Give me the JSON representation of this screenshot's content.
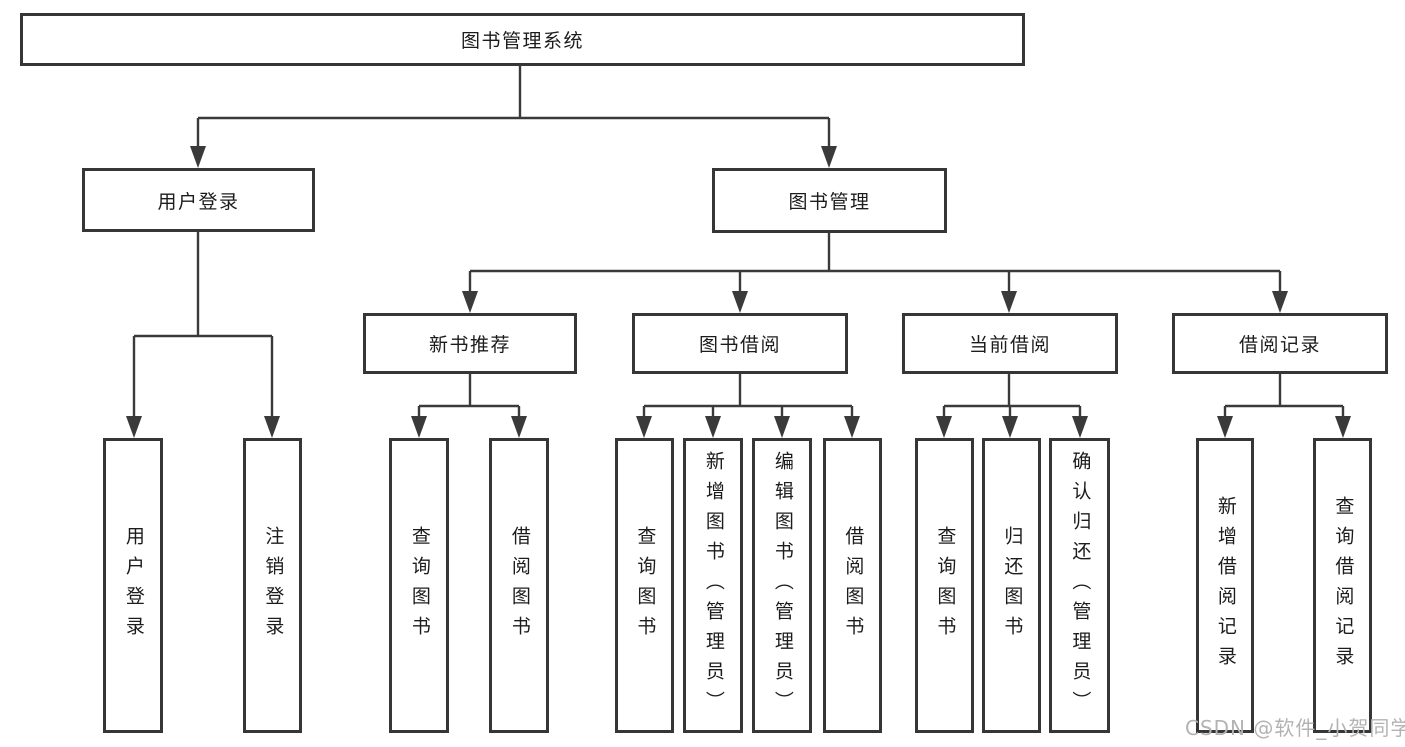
{
  "nodes": {
    "root": "图书管理系统",
    "user_login": "用户登录",
    "book_management": "图书管理",
    "new_book_recommend": "新书推荐",
    "book_borrowing": "图书借阅",
    "current_borrowing": "当前借阅",
    "borrowing_records": "借阅记录",
    "leaf_user_login": "用户登录",
    "leaf_logout": "注销登录",
    "leaf_nbr_query_book": "查询图书",
    "leaf_nbr_borrow_book": "借阅图书",
    "leaf_bb_query_book": "查询图书",
    "leaf_bb_add_book": "新增图书（管理员）",
    "leaf_bb_edit_book": "编辑图书（管理员）",
    "leaf_bb_borrow_book": "借阅图书",
    "leaf_cb_query_book": "查询图书",
    "leaf_cb_return_book": "归还图书",
    "leaf_cb_confirm_return": "确认归还（管理员）",
    "leaf_br_add_record": "新增借阅记录",
    "leaf_br_query_record": "查询借阅记录"
  },
  "watermark": "CSDN @软件_小贺同学",
  "colors": {
    "line": "#3a3a3a",
    "border": "#363636",
    "text": "#1c1c1c",
    "watermark": "#b3b3b3",
    "background": "#ffffff"
  }
}
